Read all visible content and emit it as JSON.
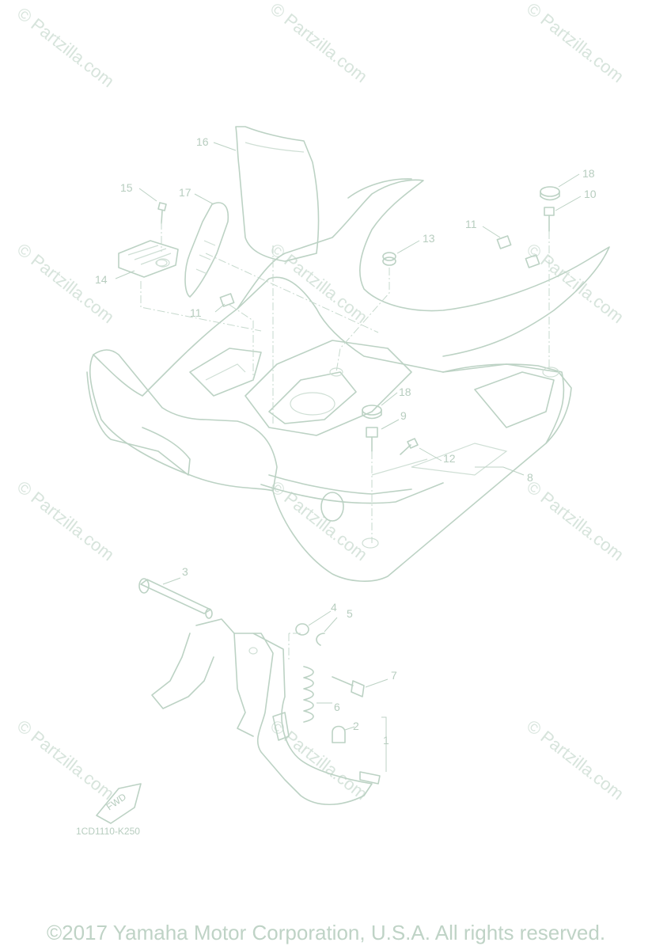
{
  "watermark": {
    "text": "© Partzilla.com"
  },
  "callouts": [
    "1",
    "2",
    "3",
    "4",
    "5",
    "6",
    "7",
    "8",
    "9",
    "10",
    "11",
    "11",
    "12",
    "13",
    "14",
    "15",
    "16",
    "17",
    "18",
    "18"
  ],
  "diagram_code": "1CD1110-K250",
  "fwd_label": "FWD",
  "copyright": "©2017 Yamaha Motor Corporation, U.S.A. All rights reserved."
}
